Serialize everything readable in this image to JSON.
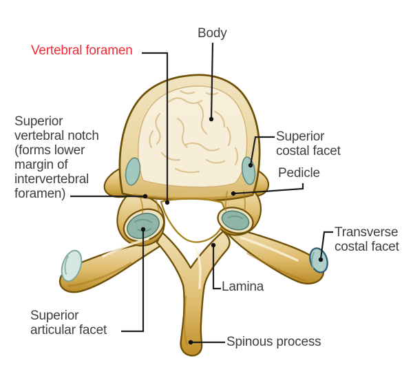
{
  "labels": {
    "body": "Body",
    "vertebral_foramen": "Vertebral foramen",
    "superior_vertebral_notch": "Superior\nvertebral notch\n(forms lower\nmargin of\nintervertebral\nforamen)",
    "superior_costal_facet": "Superior\ncostal facet",
    "pedicle": "Pedicle",
    "transverse_costal_facet": "Transverse\ncostal facet",
    "lamina": "Lamina",
    "superior_articular_facet": "Superior\narticular facet",
    "spinous_process": "Spinous process"
  },
  "colors": {
    "highlight_label": "#ee2b36",
    "label_text": "#3e3e3c",
    "leader_line": "#1c1c1c",
    "bone_light": "#f6edd2",
    "bone_mid": "#e6cd8f",
    "bone_dark": "#b98a28",
    "bone_outline": "#6f5008",
    "facet_teal": "#9ec4ba",
    "facet_teal_dark": "#5d8a7e",
    "background": "#ffffff"
  }
}
